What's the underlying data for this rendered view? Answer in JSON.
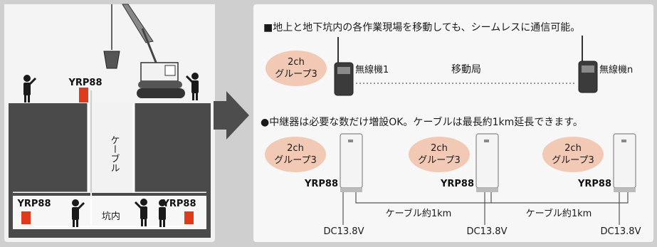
{
  "left_panel": {
    "device_top": "YRP88",
    "device_bottom_left": "YRP88",
    "device_bottom_right": "YRP88",
    "cable_label": "ケーブル",
    "underground_label": "坑内"
  },
  "right_panel": {
    "section1_title": "■地上と地下坑内の各作業現場を移動しても、シームレスに通信可能。",
    "group_badge_line1": "2ch",
    "group_badge_line2": "グループ3",
    "radio1_label": "無線機1",
    "mobile_station_label": "移動局",
    "radion_label": "無線機n",
    "section2_title": "●中継器は必要な数だけ増設OK。ケーブルは最長約1km延長できます。",
    "repeaters": [
      {
        "badge_line1": "2ch",
        "badge_line2": "グループ3",
        "model": "YRP88",
        "power": "DC13.8V"
      },
      {
        "badge_line1": "2ch",
        "badge_line2": "グループ3",
        "model": "YRP88",
        "power": "DC13.8V"
      },
      {
        "badge_line1": "2ch",
        "badge_line2": "グループ3",
        "model": "YRP88",
        "power": "DC13.8V"
      }
    ],
    "cable_length_1": "ケーブル約1km",
    "cable_length_2": "ケーブル約1km"
  },
  "colors": {
    "ground": "#4a4a4a",
    "device_red": "#e03a1e",
    "badge_pink": "#f2c9b4",
    "arrow": "#4d4d4d"
  }
}
